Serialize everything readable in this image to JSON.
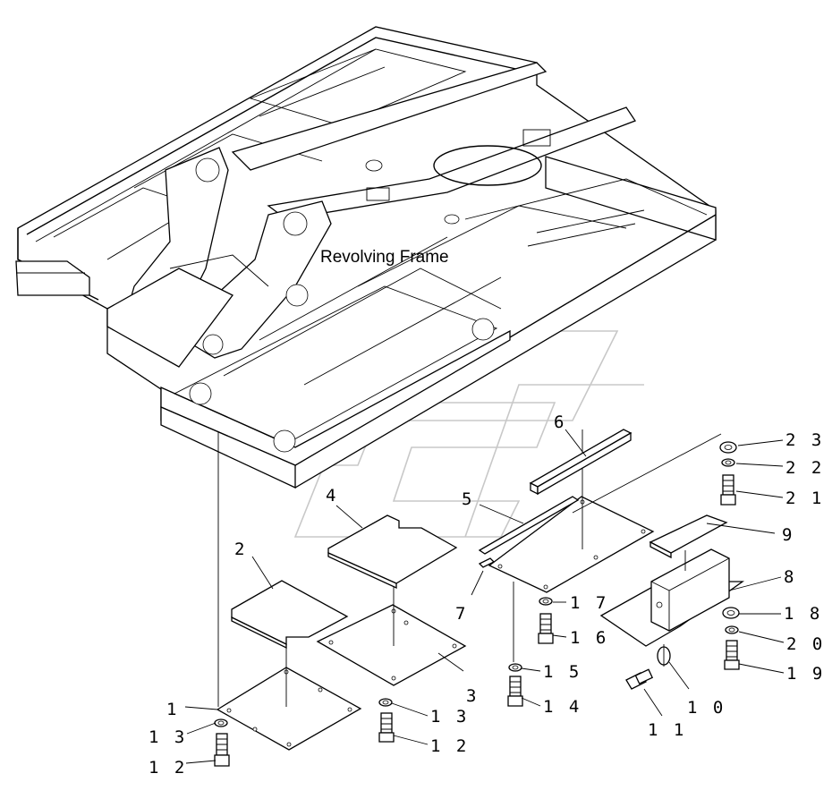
{
  "frame_label": "Revolving Frame",
  "callouts": [
    {
      "id": "c1",
      "text": "1"
    },
    {
      "id": "c2",
      "text": "2"
    },
    {
      "id": "c3",
      "text": "3"
    },
    {
      "id": "c4",
      "text": "4"
    },
    {
      "id": "c5",
      "text": "5"
    },
    {
      "id": "c6",
      "text": "6"
    },
    {
      "id": "c7",
      "text": "7"
    },
    {
      "id": "c8",
      "text": "8"
    },
    {
      "id": "c9",
      "text": "9"
    },
    {
      "id": "c10",
      "text": "1 0"
    },
    {
      "id": "c11",
      "text": "1 1"
    },
    {
      "id": "c12a",
      "text": "1 2"
    },
    {
      "id": "c12b",
      "text": "1 2"
    },
    {
      "id": "c13a",
      "text": "1 3"
    },
    {
      "id": "c13b",
      "text": "1 3"
    },
    {
      "id": "c14",
      "text": "1 4"
    },
    {
      "id": "c15",
      "text": "1 5"
    },
    {
      "id": "c16",
      "text": "1 6"
    },
    {
      "id": "c17",
      "text": "1 7"
    },
    {
      "id": "c18",
      "text": "1 8"
    },
    {
      "id": "c19",
      "text": "1 9"
    },
    {
      "id": "c20",
      "text": "2 0"
    },
    {
      "id": "c21",
      "text": "2 1"
    },
    {
      "id": "c22",
      "text": "2 2"
    },
    {
      "id": "c23",
      "text": "2 3"
    }
  ]
}
